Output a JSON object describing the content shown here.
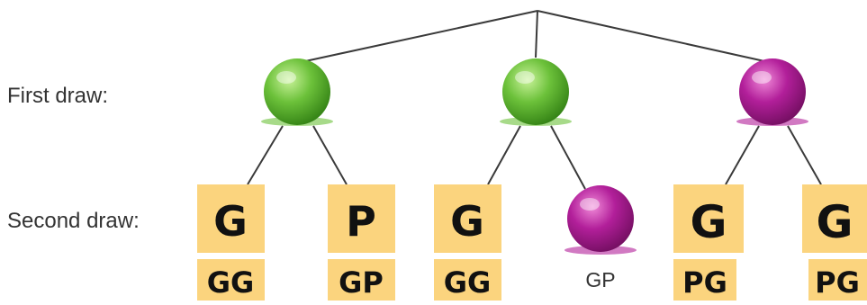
{
  "labels": {
    "first_draw": "First draw:",
    "second_draw": "Second draw:"
  },
  "first_draw": [
    {
      "color": "green"
    },
    {
      "color": "green"
    },
    {
      "color": "purple"
    }
  ],
  "second_draw": [
    {
      "note": "G",
      "outcome": "GG"
    },
    {
      "note": "P",
      "outcome": "GP"
    },
    {
      "note": "G",
      "outcome": "GG"
    },
    {
      "ball": "purple",
      "outcome": "GP"
    },
    {
      "note": "G",
      "outcome": "PG"
    },
    {
      "note": "G",
      "outcome": "PG"
    }
  ],
  "colors": {
    "green": "#6cc13a",
    "green_dark": "#2f7d12",
    "purple": "#b21f9a",
    "purple_dark": "#6e0d5c",
    "note": "#fbd47e",
    "line": "#3a3a3a"
  }
}
